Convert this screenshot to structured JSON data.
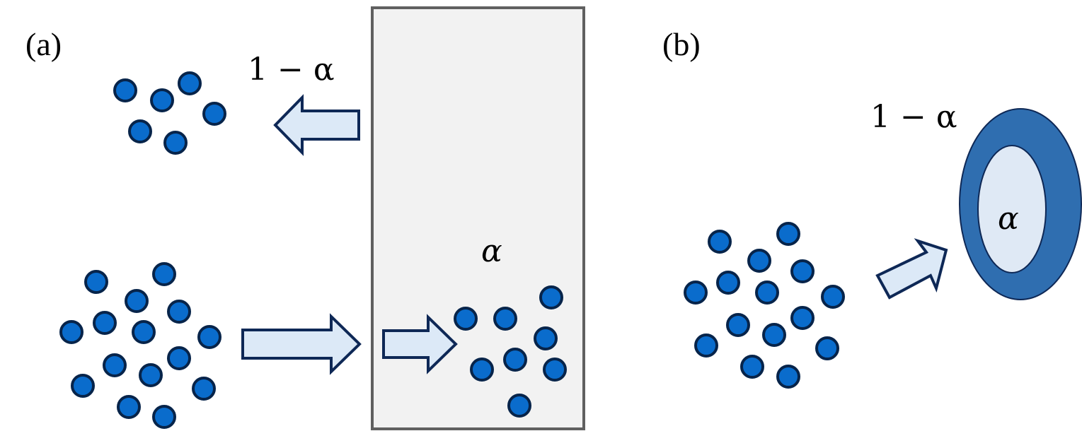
{
  "panels": {
    "a": {
      "label": "(a)",
      "reflected_label": "1 − α",
      "absorbed_label": "α"
    },
    "b": {
      "label": "(b)",
      "outer_label": "1 − α",
      "inner_label": "α"
    }
  },
  "colors": {
    "particle_fill": "#0a6ccc",
    "particle_stroke": "#07244a",
    "arrow_fill": "#dce9f7",
    "arrow_stroke": "#0e2856",
    "medium_fill": "#f2f2f2",
    "medium_stroke": "#606060",
    "shell_fill": "#2f6eb0",
    "core_fill": "#dfe9f5"
  }
}
